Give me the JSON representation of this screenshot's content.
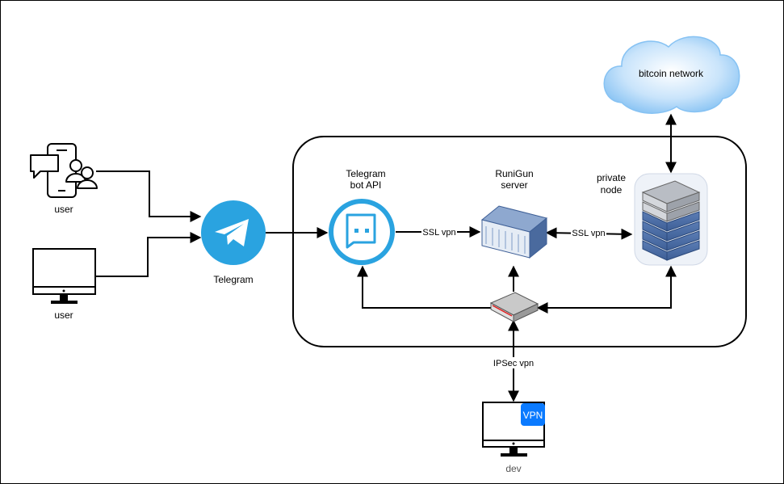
{
  "nodes": {
    "user_phone": {
      "label": "user",
      "icon": "mobile-chat-users-icon"
    },
    "user_desktop": {
      "label": "user",
      "icon": "monitor-icon"
    },
    "telegram": {
      "label": "Telegram",
      "icon": "telegram-icon",
      "color": "#2AA3E0"
    },
    "bot_api": {
      "label_line1": "Telegram",
      "label_line2": "bot API",
      "icon": "bot-api-icon",
      "color": "#2AA3E0"
    },
    "server": {
      "label_line1": "RuniGun",
      "label_line2": "server",
      "icon": "server-rack-icon",
      "color": "#4A6A9E"
    },
    "private_node": {
      "label_line1": "private",
      "label_line2": "node",
      "icon": "server-stack-icon",
      "color": "#4A6A9E"
    },
    "bitcoin": {
      "label": "bitcoin network",
      "icon": "cloud-icon",
      "color": "#8EC8F5"
    },
    "router": {
      "icon": "router-icon"
    },
    "dev": {
      "label": "dev",
      "icon": "monitor-icon",
      "badge": "VPN",
      "badge_color": "#0A7AFF"
    }
  },
  "edges": {
    "ssl_bot_server": "SSL vpn",
    "ssl_server_node": "SSL vpn",
    "ipsec": "IPSec vpn"
  }
}
